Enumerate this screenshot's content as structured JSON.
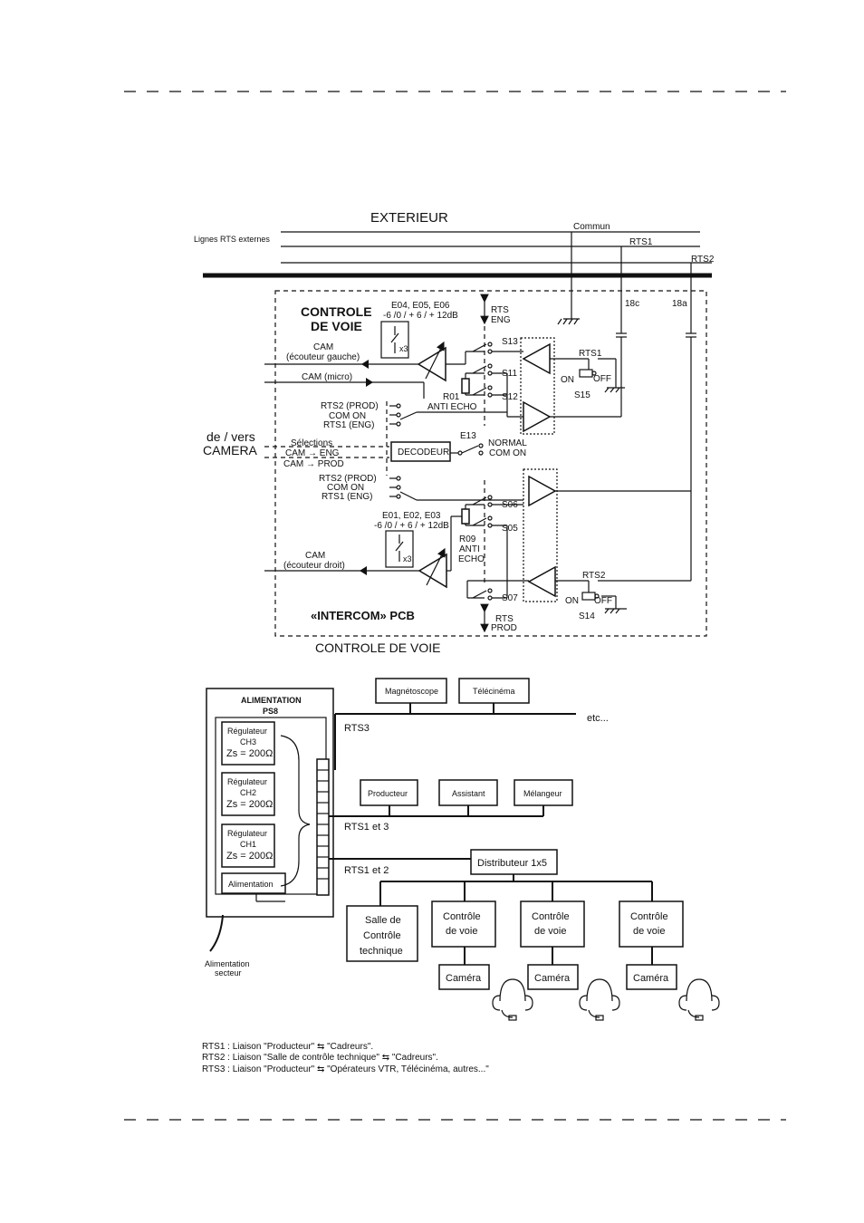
{
  "top": {
    "exterieur": "EXTERIEUR",
    "lignes_rts": "Lignes RTS externes",
    "commun": "Commun",
    "rts1": "RTS1",
    "rts2": "RTS2",
    "pin_18c": "18c",
    "pin_18a": "18a",
    "controle_de_voie_line1": "CONTROLE",
    "controle_de_voie_line2": "DE VOIE",
    "e04": "E04, E05, E06",
    "e04_gain": "-6 /0 / + 6 / + 12dB",
    "x3_top": "x3",
    "rts_eng_1": "RTS",
    "rts_eng_2": "ENG",
    "s13": "S13",
    "s11": "S11",
    "s12": "S12",
    "cam_gauche_1": "CAM",
    "cam_gauche_2": "(écouteur gauche)",
    "cam_micro": "CAM (micro)",
    "r01": "R01",
    "anti_echo_top": "ANTI ECHO",
    "rts1_s15": "RTS1",
    "on_top": "ON",
    "off_top": "OFF",
    "s15": "S15",
    "rts2_prod_a": "RTS2 (PROD)",
    "com_on_a": "COM ON",
    "rts1_eng_a": "RTS1 (ENG)",
    "de_vers_1": "de / vers",
    "de_vers_2": "CAMERA",
    "selections": "Sélections",
    "cam_eng": "CAM → ENG",
    "cam_prod": "CAM → PROD",
    "decodeur": "DECODEUR",
    "e13": "E13",
    "normal": "NORMAL",
    "com_on_e13": "COM ON",
    "rts2_prod_b": "RTS2 (PROD)",
    "com_on_b": "COM ON",
    "rts1_eng_b": "RTS1 (ENG)",
    "s06": "S06",
    "s05": "S05",
    "e01": "E01, E02, E03",
    "e01_gain": "-6 /0 / + 6 / + 12dB",
    "x3_bot": "x3",
    "r09": "R09",
    "anti_bot": "ANTI",
    "echo_bot": "ECHO",
    "cam_droit_1": "CAM",
    "cam_droit_2": "(écouteur droit)",
    "rts2_s14": "RTS2",
    "s07": "S07",
    "on_bot": "ON",
    "off_bot": "OFF",
    "s14": "S14",
    "intercom": "«INTERCOM» PCB",
    "rts_prod_1": "RTS",
    "rts_prod_2": "PROD",
    "controle_title": "CONTROLE  DE  VOIE"
  },
  "bottom": {
    "alim_title_1": "ALIMENTATION",
    "alim_title_2": "PS8",
    "regulateurs": [
      {
        "label": "Régulateur",
        "ch": "CH3",
        "zs": "Zs = 200Ω"
      },
      {
        "label": "Régulateur",
        "ch": "CH2",
        "zs": "Zs = 200Ω"
      },
      {
        "label": "Régulateur",
        "ch": "CH1",
        "zs": "Zs = 200Ω"
      }
    ],
    "alimentation": "Alimentation",
    "alim_secteur_1": "Alimentation",
    "alim_secteur_2": "secteur",
    "magnetoscope": "Magnétoscope",
    "telecinema": "Télécinéma",
    "etc": "etc...",
    "rts3": "RTS3",
    "producteur": "Producteur",
    "assistant": "Assistant",
    "melangeur": "Mélangeur",
    "rts1_et_3": "RTS1 et 3",
    "distributeur": "Distributeur 1x5",
    "rts1_et_2": "RTS1 et 2",
    "salle_1": "Salle de",
    "salle_2": "Contrôle",
    "salle_3": "technique",
    "cdv_1": "Contrôle",
    "cdv_2": "de voie",
    "camera": "Caméra"
  },
  "legend": [
    "RTS1 : Liaison \"Producteur\" ⇆ \"Cadreurs\".",
    "RTS2 : Liaison \"Salle de contrôle technique\" ⇆ \"Cadreurs\".",
    "RTS3 : Liaison \"Producteur\" ⇆ \"Opérateurs VTR, Télécinéma, autres...\""
  ]
}
